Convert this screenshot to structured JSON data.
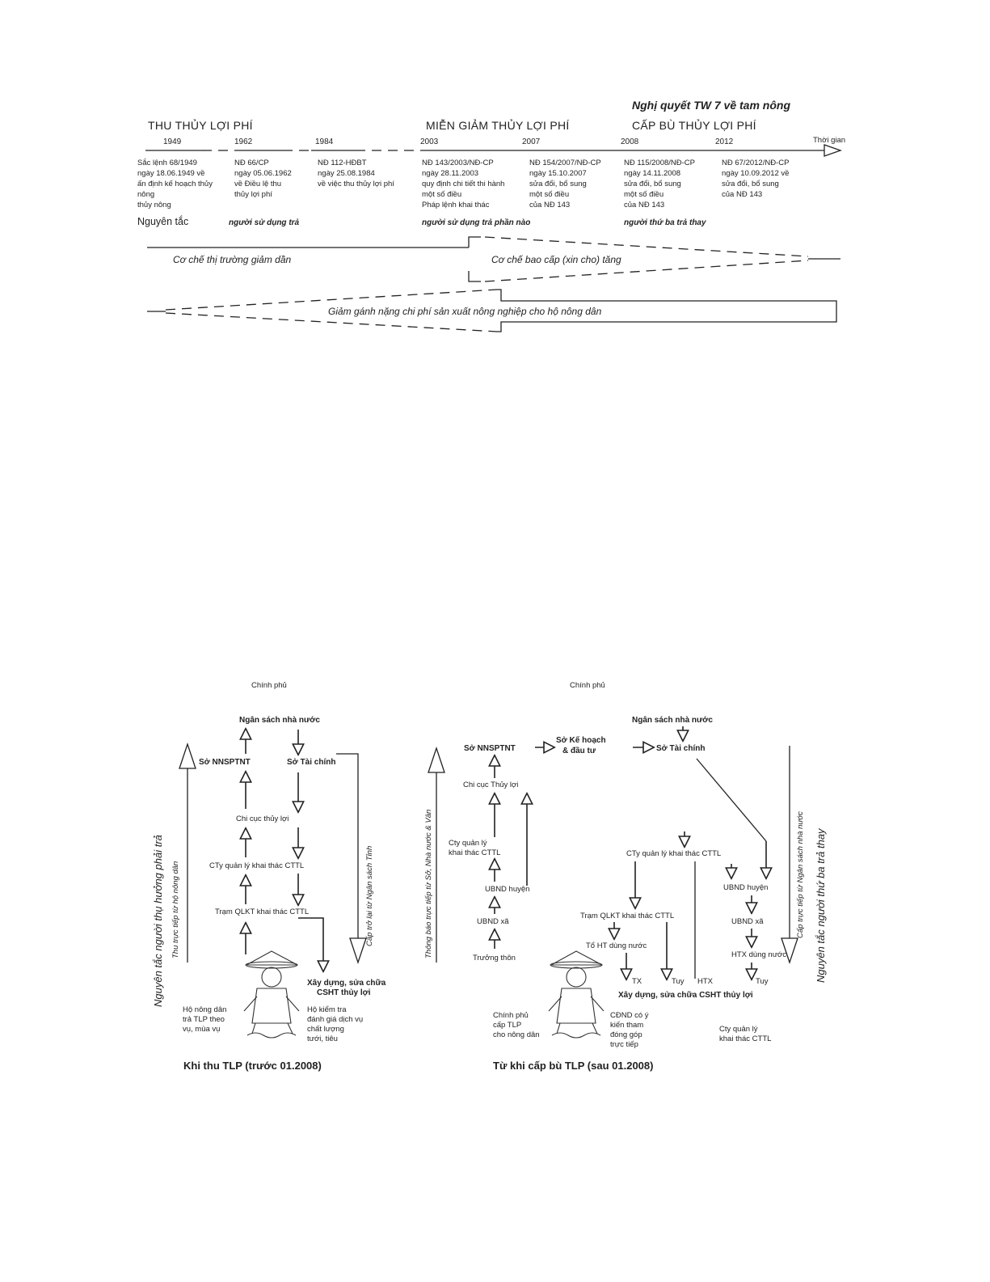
{
  "timeline": {
    "resolution": "Nghị quyết TW 7 về tam nông",
    "axis_end_label": "Thời gian",
    "eras": [
      {
        "id": "era-collect",
        "label": "THU THỦY LỢI PHÍ"
      },
      {
        "id": "era-exempt",
        "label": "MIỄN GIẢM THỦY LỢI PHÍ"
      },
      {
        "id": "era-compensate",
        "label": "CẤP BÙ THỦY LỢI PHÍ"
      }
    ],
    "years": [
      "1949",
      "1962",
      "1984",
      "2003",
      "2007",
      "2008",
      "2012"
    ],
    "decrees": [
      [
        "Sắc lệnh 68/1949",
        "ngày 18.06.1949 về",
        "ấn định kế hoạch thủy",
        "nông",
        "thủy nông"
      ],
      [
        "NĐ 66/CP",
        "ngày 05.06.1962",
        "về Điều lệ thu",
        "thủy lợi phí"
      ],
      [
        "NĐ 112-HĐBT",
        "ngày 25.08.1984",
        "về việc thu thủy lợi phí"
      ],
      [
        "NĐ 143/2003/NĐ-CP",
        "ngày 28.11.2003",
        "quy định chi tiết thi hành",
        "một số điều",
        "Pháp lệnh khai thác"
      ],
      [
        "NĐ 154/2007/NĐ-CP",
        "ngày 15.10.2007",
        "sửa đổi, bổ sung",
        "một số điều",
        "của NĐ 143"
      ],
      [
        "NĐ 115/2008/NĐ-CP",
        "ngày 14.11.2008",
        "sửa đổi, bổ sung",
        "một số điều",
        "của NĐ 143"
      ],
      [
        "NĐ 67/2012/NĐ-CP",
        "ngày 10.09.2012 về",
        "sửa đổi, bổ sung",
        "của NĐ 143"
      ]
    ],
    "principle_label": "Nguyên tắc",
    "principles": [
      "người sử dụng trả",
      "người sử dụng trả phần nào",
      "người thứ ba trả thay"
    ],
    "mechanisms": {
      "decreasing": "Cơ chế thị trường giảm dần",
      "increasing": "Cơ chế bao cấp (xin cho) tăng",
      "burden": "Giảm gánh nặng chi phí sản xuất nông nghiệp cho hộ nông dân"
    }
  },
  "left_diagram": {
    "owner": "Chính phủ",
    "budget": "Ngân sách nhà nước",
    "dept_agri": "Sở NNSPTNT",
    "dept_fin": "Sở Tài chính",
    "sub_dept": "Chi cục thủy lợi",
    "company": "CTy quản lý khai thác CTTL",
    "station": "Trạm QLKT khai thác CTTL",
    "construction": "Xây dựng, sửa chữa CSHT thủy lợi",
    "farmer_note": [
      "Hộ nông dân",
      "trả TLP theo",
      "vụ, mùa vụ"
    ],
    "service_note": [
      "Hộ kiểm tra",
      "đánh giá dịch vụ",
      "chất lượng",
      "tưới, tiêu"
    ],
    "side_left": "Nguyên tắc người thụ hưởng phải trả",
    "side_left_inner": "Thu trực tiếp từ hộ nông dân",
    "side_right_inner": "Cấp trở lại từ Ngân sách Tỉnh",
    "title": "Khi thu TLP (trước 01.2008)"
  },
  "right_diagram": {
    "owner": "Chính phủ",
    "budget": "Ngân sách nhà nước",
    "dept_agri": "Sở NNSPTNT",
    "dept_plan": "Sở Kế hoạch & đầu tư",
    "dept_fin": "Sở Tài chính",
    "sub_dept": "Chi cục Thủy lợi",
    "company_left": "Cty quản lý khai thác CTTL",
    "district": "UBND huyện",
    "commune": "UBND xã",
    "village": "Trưởng thôn",
    "company_right": "CTy quản lý khai thác CTTL",
    "station": "Trạm QLKT khai thác CTTL",
    "team": "Tổ HT dùng nước",
    "district_r": "UBND huyện",
    "commune_r": "UBND xã",
    "coop": "HTX dùng nước",
    "construction": "Xây dựng, sửa chữa CSHT thủy lợi",
    "small_labels": [
      "TX",
      "Tuy",
      "HTX",
      "Tuy"
    ],
    "farmer_note_l": [
      "Chính phủ",
      "cấp TLP",
      "cho nông dân"
    ],
    "farmer_note_r": [
      "CĐND có ý",
      "kiến tham",
      "đóng góp",
      "trực tiếp"
    ],
    "company_note": [
      "Cty quản lý",
      "khai thác CTTL"
    ],
    "side_left_inner": "Thông báo trực tiếp từ Sở, Nhà nước & Vân",
    "side_right": "Nguyên tắc người thứ ba trả thay",
    "side_right_inner": "Cấp trực tiếp từ Ngân sách nhà nước",
    "title": "Từ khi cấp bù TLP (sau 01.2008)"
  }
}
